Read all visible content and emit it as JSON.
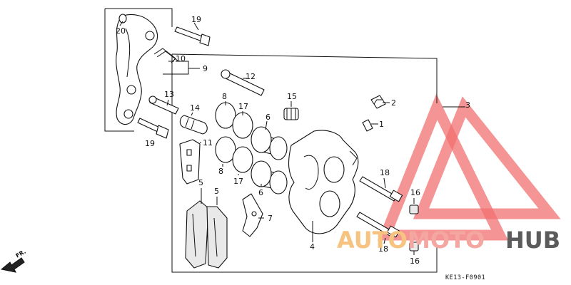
{
  "labels": {
    "p1": "1",
    "p2": "2",
    "p3": "3",
    "p4": "4",
    "p5a": "5",
    "p5b": "5",
    "p6a": "6",
    "p6b": "6",
    "p7": "7",
    "p8a": "8",
    "p8b": "8",
    "p9": "9",
    "p10": "10",
    "p11": "11",
    "p12": "12",
    "p13": "13",
    "p14": "14",
    "p15": "15",
    "p16a": "16",
    "p16b": "16",
    "p17a": "17",
    "p17b": "17",
    "p18a": "18",
    "p18b": "18",
    "p19a": "19",
    "p19b": "19",
    "p20": "20"
  },
  "diagram_code": "KE13-F0901",
  "direction_label": "FR.",
  "watermark": {
    "part_auto": "AUTO",
    "part_moto": "MOTO",
    "part_hub": "HUB",
    "color_auto": "#f6c480",
    "color_moto": "#f4a6a0",
    "color_hub": "#5b5b5b",
    "triangle_color": "#f27070"
  }
}
